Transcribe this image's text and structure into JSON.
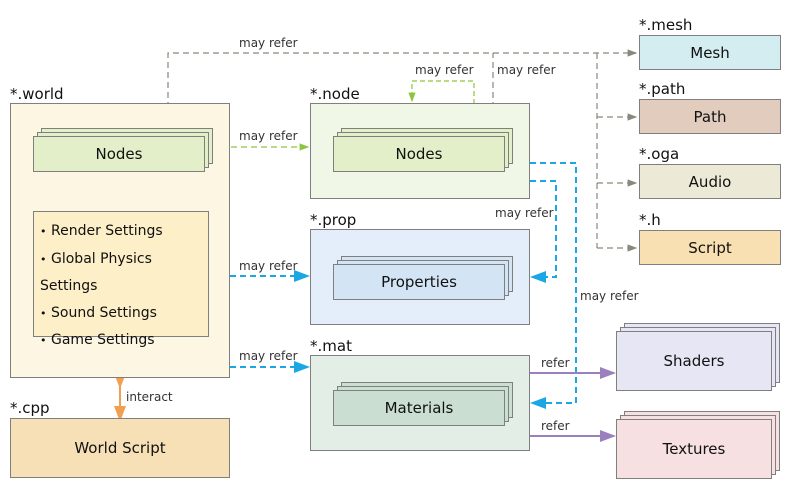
{
  "colors": {
    "world_bg": "#fdf6e3",
    "settings_bg": "#fdefc8",
    "nodes_fill": "#e2efc9",
    "node_container_bg": "#f1f7e6",
    "prop_container_bg": "#e4eefa",
    "properties_fill": "#d3e4f5",
    "mat_container_bg": "#e3efe6",
    "materials_fill": "#cadfd2",
    "world_script_bg": "#f7e0b5",
    "mesh_bg": "#d4edf1",
    "path_bg": "#e2ccbd",
    "audio_bg": "#ece9d6",
    "script_bg": "#f8e0b3",
    "shaders_bg": "#e7e6f5",
    "textures_bg": "#f6e0e2",
    "gray_dash": "#868a7a",
    "green_dash": "#8cc63f",
    "blue_dash": "#1aa7e4",
    "purple": "#9b80c0",
    "orange": "#f0a050"
  },
  "world": {
    "file_label": "*.world",
    "nodes_label": "Nodes",
    "settings": [
      "Render Settings",
      "Global Physics Settings",
      "Sound Settings",
      "Game Settings"
    ]
  },
  "world_script": {
    "file_label": "*.cpp",
    "label": "World Script"
  },
  "node_file": {
    "file_label": "*.node",
    "nodes_label": "Nodes"
  },
  "prop_file": {
    "file_label": "*.prop",
    "properties_label": "Properties"
  },
  "mat_file": {
    "file_label": "*.mat",
    "materials_label": "Materials"
  },
  "resources": [
    {
      "file_label": "*.mesh",
      "label": "Mesh"
    },
    {
      "file_label": "*.path",
      "label": "Path"
    },
    {
      "file_label": "*.oga",
      "label": "Audio"
    },
    {
      "file_label": "*.h",
      "label": "Script"
    }
  ],
  "shaders": {
    "label": "Shaders"
  },
  "textures": {
    "label": "Textures"
  },
  "edges": {
    "top_may_refer": "may refer",
    "node_self_may_refer": "may refer",
    "node_to_resources_may_refer": "may refer",
    "world_to_node": "may refer",
    "world_to_prop": "may refer",
    "world_to_mat": "may refer",
    "node_to_prop": "may refer",
    "node_to_mat": "may refer",
    "mat_to_shaders": "refer",
    "mat_to_textures": "refer",
    "world_script": "interact"
  }
}
